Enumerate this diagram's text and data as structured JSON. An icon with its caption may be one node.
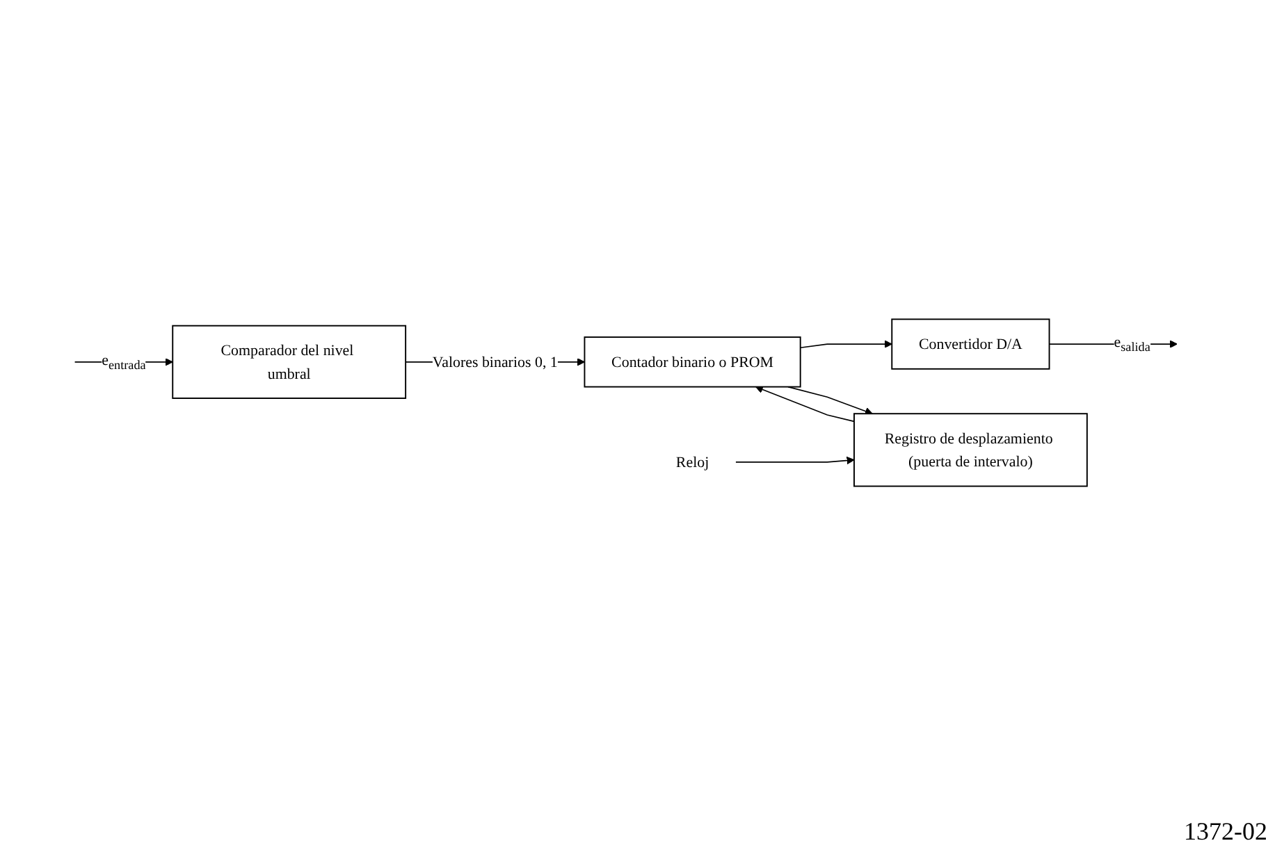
{
  "diagram": {
    "nodes": [
      {
        "text": [
          "Comparador del nivel umbral"
        ]
      },
      {
        "text": [
          "Contador binario o PROM"
        ]
      },
      {
        "text": [
          "Convertidor D/A"
        ]
      },
      {
        "text": [
          "Registro de desplazamiento (puerta de intervalo)"
        ]
      },
      {
        "text": [
          "Reloj"
        ]
      }
    ],
    "edges": [
      {
        "from": null,
        "to": 0,
        "arrow": "to",
        "label": "e$_{entrada}$"
      },
      {
        "from": 0,
        "to": 1,
        "arrow": "to",
        "label": "Valores binarios 0, 1"
      },
      {
        "from": 1,
        "to": 2,
        "arrow": "to"
      },
      {
        "from": 2,
        "to": null,
        "arrow": "to",
        "label": "e$_{salida}$"
      },
      {
        "from": 1,
        "to": 3,
        "arrow": "to"
      },
      {
        "from": 3,
        "to": 1,
        "arrow": "to"
      },
      {
        "from": 4,
        "to": 3,
        "arrow": "to"
      }
    ],
    "labels": [
      "1372-02"
    ]
  }
}
